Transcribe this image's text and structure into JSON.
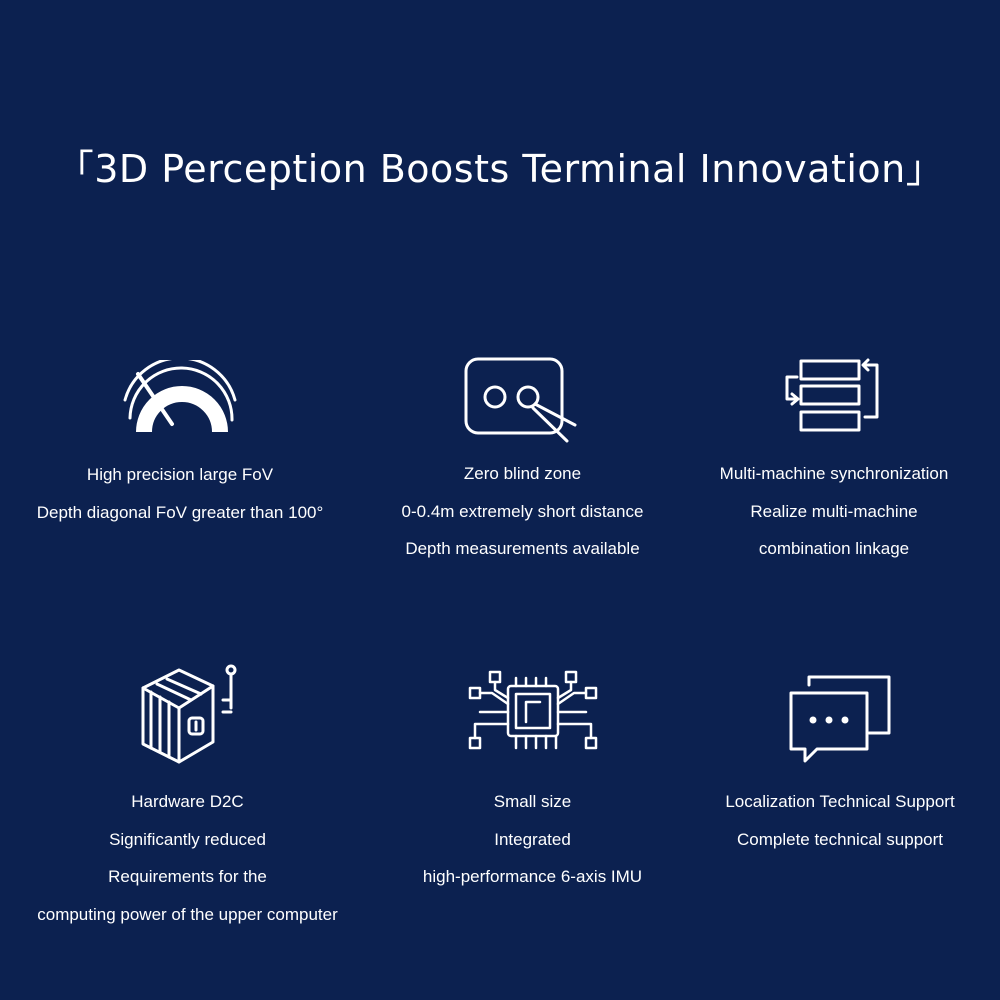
{
  "title": "「3D Perception Boosts Terminal Innovation」",
  "features": [
    {
      "icon": "wide-fov-gauge-icon",
      "lines": [
        "High precision large FoV",
        "Depth diagonal FoV greater than 100°"
      ]
    },
    {
      "icon": "short-distance-sensor-icon",
      "lines": [
        "Zero blind zone",
        "0-0.4m extremely short distance",
        "Depth measurements available"
      ]
    },
    {
      "icon": "stacked-sync-icon",
      "lines": [
        "Multi-machine synchronization",
        "Realize multi-machine",
        "combination linkage"
      ]
    },
    {
      "icon": "hardware-cube-icon",
      "lines": [
        "Hardware D2C",
        "Significantly reduced",
        "Requirements for the",
        "computing power of the upper computer"
      ]
    },
    {
      "icon": "chip-icon",
      "lines": [
        "Small size",
        "Integrated",
        "high-performance 6-axis IMU"
      ]
    },
    {
      "icon": "chat-support-icon",
      "lines": [
        "Localization Technical Support",
        "Complete technical support"
      ]
    }
  ]
}
